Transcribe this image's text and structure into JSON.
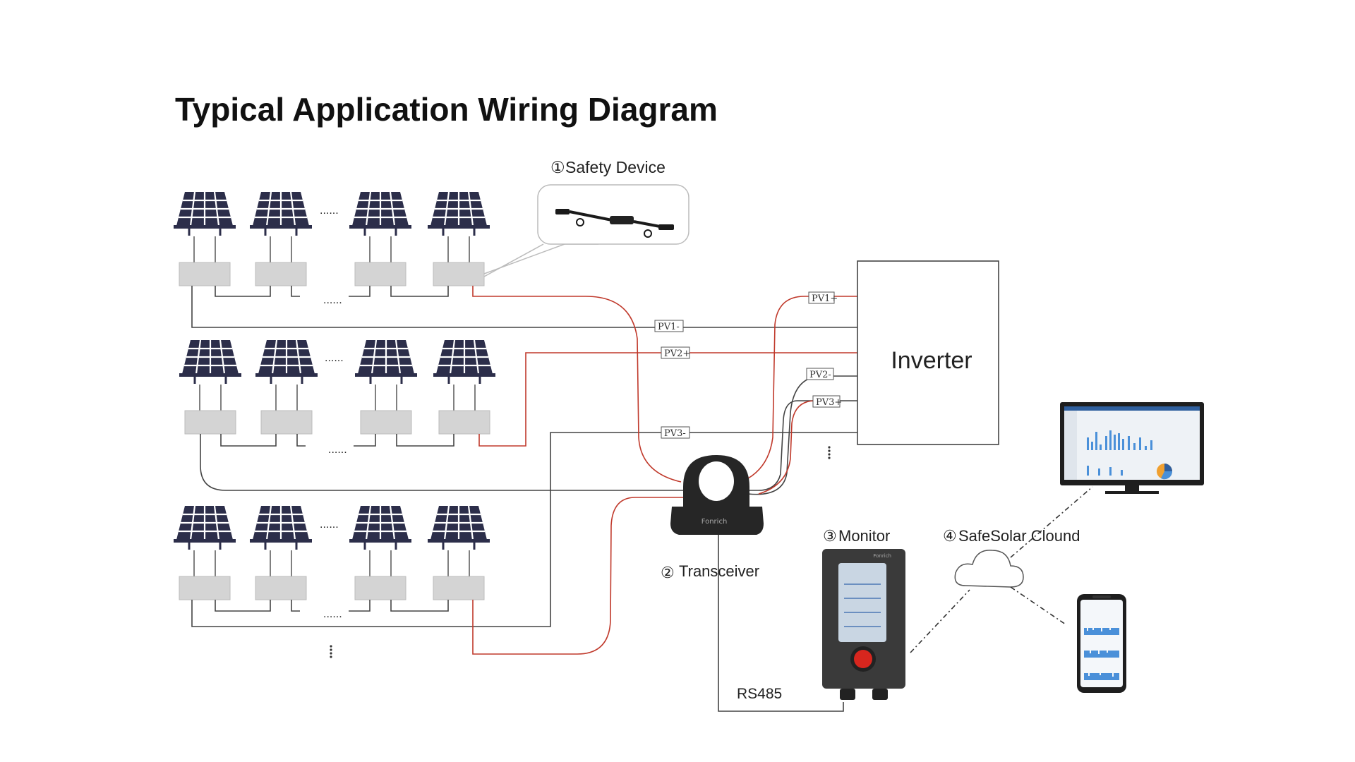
{
  "title": "Typical Application Wiring Diagram",
  "components": {
    "safety_device": {
      "number": "①",
      "label": "Safety Device"
    },
    "transceiver": {
      "number": "②",
      "label": "Transceiver",
      "brand": "Fonrich"
    },
    "monitor": {
      "number": "③",
      "label": "Monitor",
      "brand": "Fonrich"
    },
    "cloud": {
      "number": "④",
      "label": "SafeSolar Clound"
    },
    "inverter": {
      "label": "Inverter"
    },
    "bus": {
      "label": "RS485"
    }
  },
  "terminals": [
    "PV1+",
    "PV1-",
    "PV2+",
    "PV2-",
    "PV3+",
    "PV3-"
  ],
  "continuation_marker": "......",
  "colors": {
    "positive_wire": "#c0392b",
    "negative_wire": "#444444",
    "panel": "#2c2e4a",
    "box": "#d4d4d4"
  }
}
